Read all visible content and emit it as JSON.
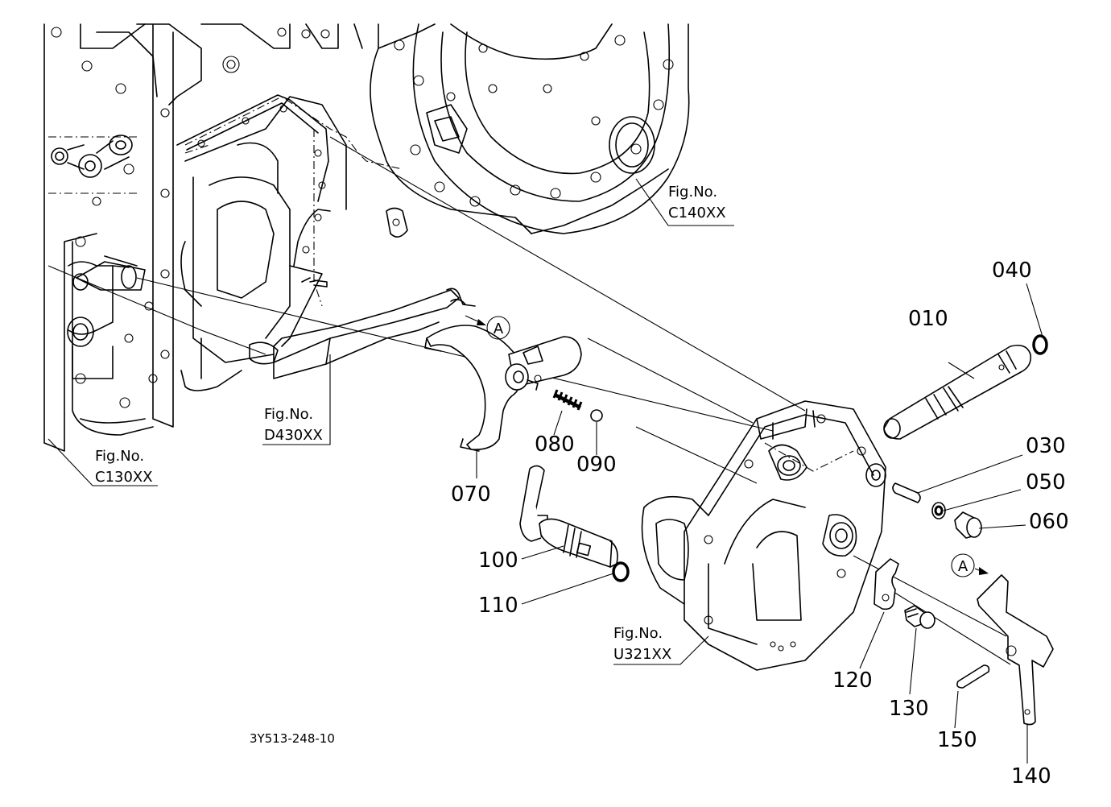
{
  "drawing_code": "3Y513-248-10",
  "detail_marker": "A",
  "figure_refs": [
    {
      "id": "c140",
      "label": "Fig.No.",
      "code": "C140XX"
    },
    {
      "id": "d430",
      "label": "Fig.No.",
      "code": "D430XX"
    },
    {
      "id": "c130",
      "label": "Fig.No.",
      "code": "C130XX"
    },
    {
      "id": "u321",
      "label": "Fig.No.",
      "code": "U321XX"
    }
  ],
  "part_numbers": [
    "010",
    "030",
    "040",
    "050",
    "060",
    "070",
    "080",
    "090",
    "100",
    "110",
    "120",
    "130",
    "140",
    "150"
  ]
}
